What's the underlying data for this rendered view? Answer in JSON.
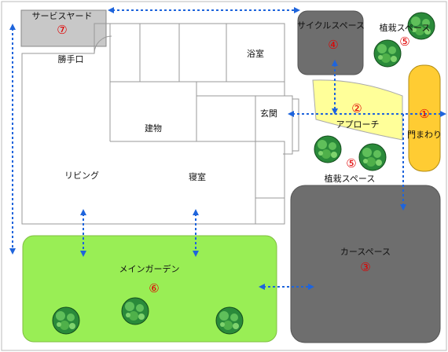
{
  "labels": {
    "service_yard": "サービスヤード",
    "service_yard_num": "⑦",
    "kitchen_door": "勝手口",
    "bath": "浴室",
    "entrance": "玄関",
    "building": "建物",
    "living": "リビング",
    "bedroom": "寝室",
    "cycle_space": "サイクルスペース",
    "cycle_space_num": "④",
    "planting_top": "植栽スペース",
    "planting_top_num": "⑤",
    "approach": "アプローチ",
    "approach_num": "②",
    "gate": "門まわり",
    "gate_num": "①",
    "planting_mid": "植栽スペース",
    "planting_mid_num": "⑤",
    "car_space": "カースペース",
    "car_space_num": "③",
    "main_garden": "メインガーデン",
    "main_garden_num": "⑥"
  },
  "colors": {
    "service_yard": "#c8c8c8",
    "cycle_space": "#6e6e6e",
    "car_space": "#6e6e6e",
    "main_garden": "#99ee55",
    "approach": "#ffff99",
    "gate": "#ffcc33",
    "number": "#e00000",
    "arrow": "#1e64dc",
    "tree": "#2a8a3a"
  }
}
